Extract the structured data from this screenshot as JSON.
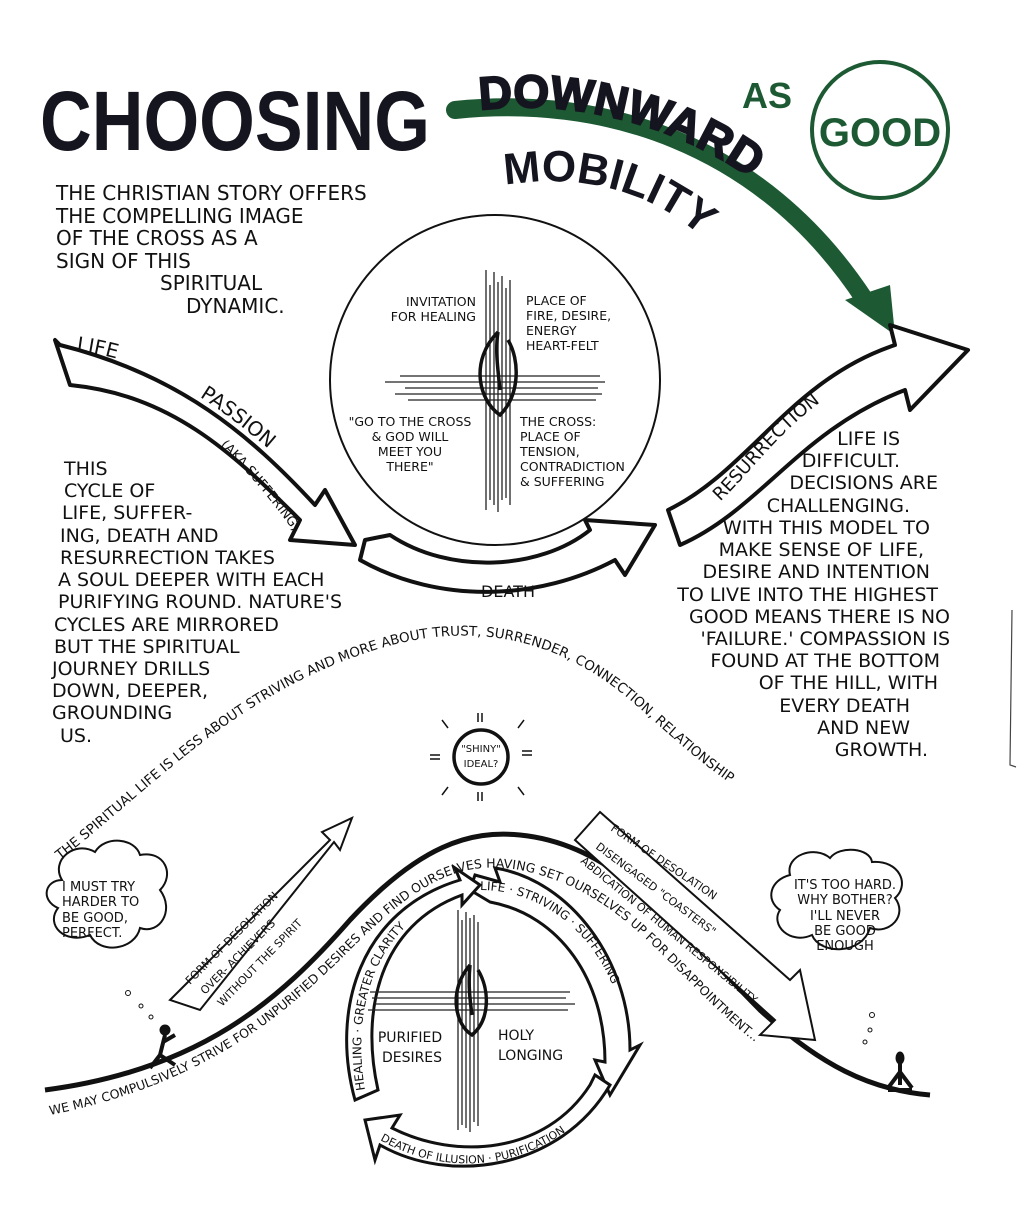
{
  "title": {
    "word1": "CHOOSING",
    "word2": "DOWNWARD",
    "word3": "MOBILITY",
    "word4": "AS",
    "word5": "GOOD"
  },
  "colors": {
    "ink": "#151520",
    "accent_green": "#1d5a33",
    "paper": "#ffffff"
  },
  "intro_text": [
    "THE CHRISTIAN STORY OFFERS",
    "THE COMPELLING IMAGE",
    "OF THE CROSS AS A",
    "SIGN OF THIS",
    "SPIRITUAL",
    "DYNAMIC."
  ],
  "cycle_arrows": {
    "life": "LIFE",
    "passion": "PASSION",
    "passion_note": "(AKA SUFFERING)",
    "death": "DEATH",
    "resurrection": "RESURRECTION"
  },
  "cross_circle": {
    "top_left": [
      "INVITATION",
      "FOR HEALING"
    ],
    "top_right": [
      "PLACE OF",
      "FIRE, DESIRE,",
      "ENERGY",
      "HEART-FELT"
    ],
    "bottom_left": [
      "\"GO TO THE CROSS",
      "& GOD WILL",
      "MEET YOU",
      "THERE\""
    ],
    "bottom_right": [
      "THE CROSS:",
      "PLACE OF",
      "TENSION,",
      "CONTRADICTION",
      "& SUFFERING"
    ]
  },
  "left_text": [
    "THIS",
    "CYCLE OF",
    "LIFE, SUFFER-",
    "ING, DEATH AND",
    "RESURRECTION TAKES",
    "A SOUL DEEPER WITH EACH",
    "PURIFYING ROUND. NATURE'S",
    "CYCLES ARE MIRRORED",
    "BUT THE SPIRITUAL",
    "JOURNEY DRILLS",
    "DOWN, DEEPER,",
    "GROUNDING",
    "US."
  ],
  "right_text": [
    "LIFE IS",
    "DIFFICULT.",
    "DECISIONS ARE",
    "CHALLENGING.",
    "WITH THIS MODEL TO",
    "MAKE SENSE OF LIFE,",
    "DESIRE AND INTENTION",
    "TO LIVE INTO THE HIGHEST",
    "GOOD MEANS THERE IS NO",
    "'FAILURE.' COMPASSION IS",
    "FOUND AT THE BOTTOM",
    "OF THE HILL, WITH",
    "EVERY DEATH",
    "AND NEW",
    "GROWTH."
  ],
  "hill": {
    "arc_text": "THE SPIRITUAL LIFE IS LESS ABOUT STRIVING AND MORE ABOUT TRUST, SURRENDER, CONNECTION, RELATIONSHIP",
    "shiny_ideal": [
      "\"SHINY\"",
      "IDEAL?"
    ],
    "curve_text": "WE MAY COMPULSIVELY STRIVE FOR UNPURIFIED DESIRES AND FIND OURSELVES HAVING SET OURSELVES UP FOR DISAPPOINTMENT...",
    "left_desolation": [
      "FORM OF DESOLATION",
      "OVER- ACHIEVERS",
      "WITHOUT THE SPIRIT"
    ],
    "right_desolation": [
      "FORM OF DESOLATION",
      "DISENGAGED \"COASTERS\"",
      "ABDICATION OF HUMAN RESPONSIBILITY"
    ],
    "left_thought": [
      "I MUST TRY",
      "HARDER TO",
      "BE GOOD,",
      "PERFECT."
    ],
    "right_thought": [
      "IT'S TOO HARD.",
      "WHY BOTHER?",
      "I'LL NEVER",
      "BE GOOD",
      "ENOUGH"
    ]
  },
  "inner_cycle": {
    "top_arrow": "LIFE · STRIVING · SUFFERING",
    "bottom_arrow": "DEATH OF ILLUSION · PURIFICATION",
    "left_arrow": "HEALING · GREATER CLARITY",
    "left_label": [
      "PURIFIED",
      "DESIRES"
    ],
    "right_label": [
      "HOLY",
      "LONGING"
    ]
  }
}
